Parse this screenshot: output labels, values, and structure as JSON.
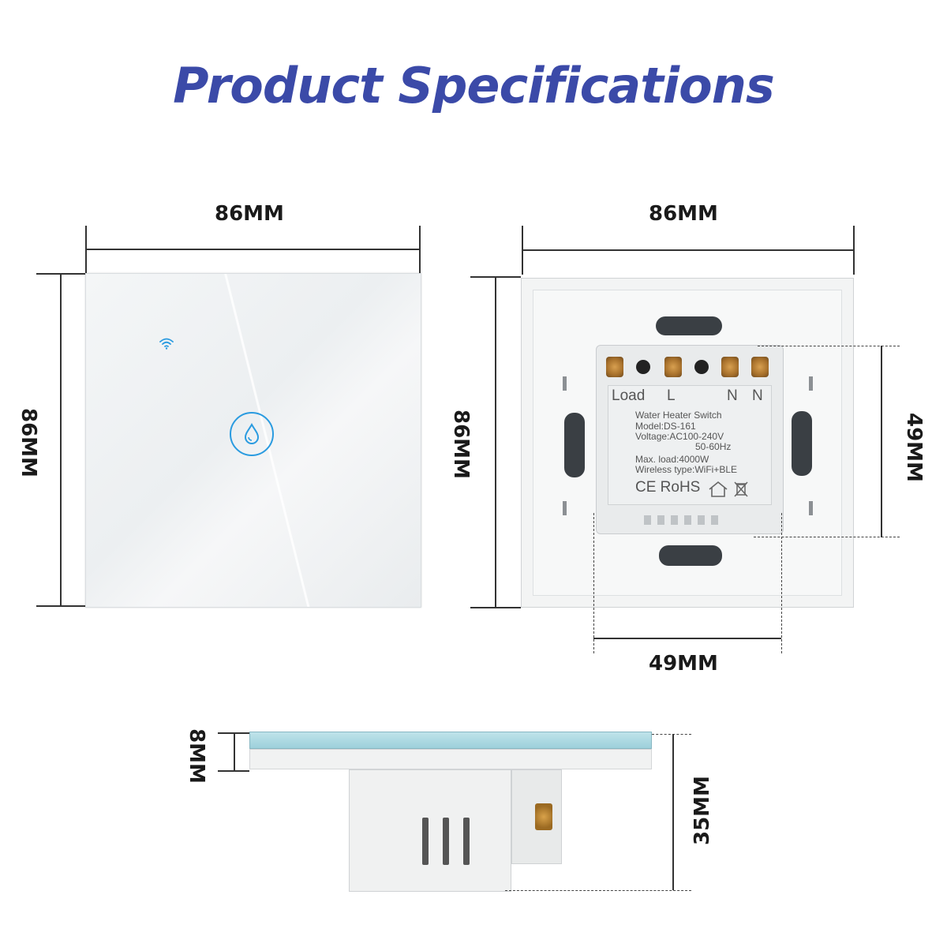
{
  "title": "Product Specifications",
  "colors": {
    "title": "#3b4aa8",
    "accent_icon": "#2a9be0",
    "side_glass": "#a8d8e2"
  },
  "front_view": {
    "width_label": "86MM",
    "height_label": "86MM",
    "icons": [
      "wifi-icon",
      "water-drop-icon"
    ]
  },
  "back_view": {
    "width_label": "86MM",
    "height_label": "86MM",
    "module_height_label": "49MM",
    "module_width_label": "49MM",
    "terminals": [
      "Load",
      "L",
      "N",
      "N"
    ],
    "label_lines": {
      "product": "Water Heater Switch",
      "model": "Model:DS-161",
      "voltage": "Voltage:AC100-240V",
      "frequency": "50-60Hz",
      "max_load": "Max. load:4000W",
      "wireless": "Wireless type:WiFi+BLE",
      "certifications": "CE RoHS"
    }
  },
  "side_view": {
    "glass_thickness_label": "8MM",
    "depth_label": "35MM"
  }
}
